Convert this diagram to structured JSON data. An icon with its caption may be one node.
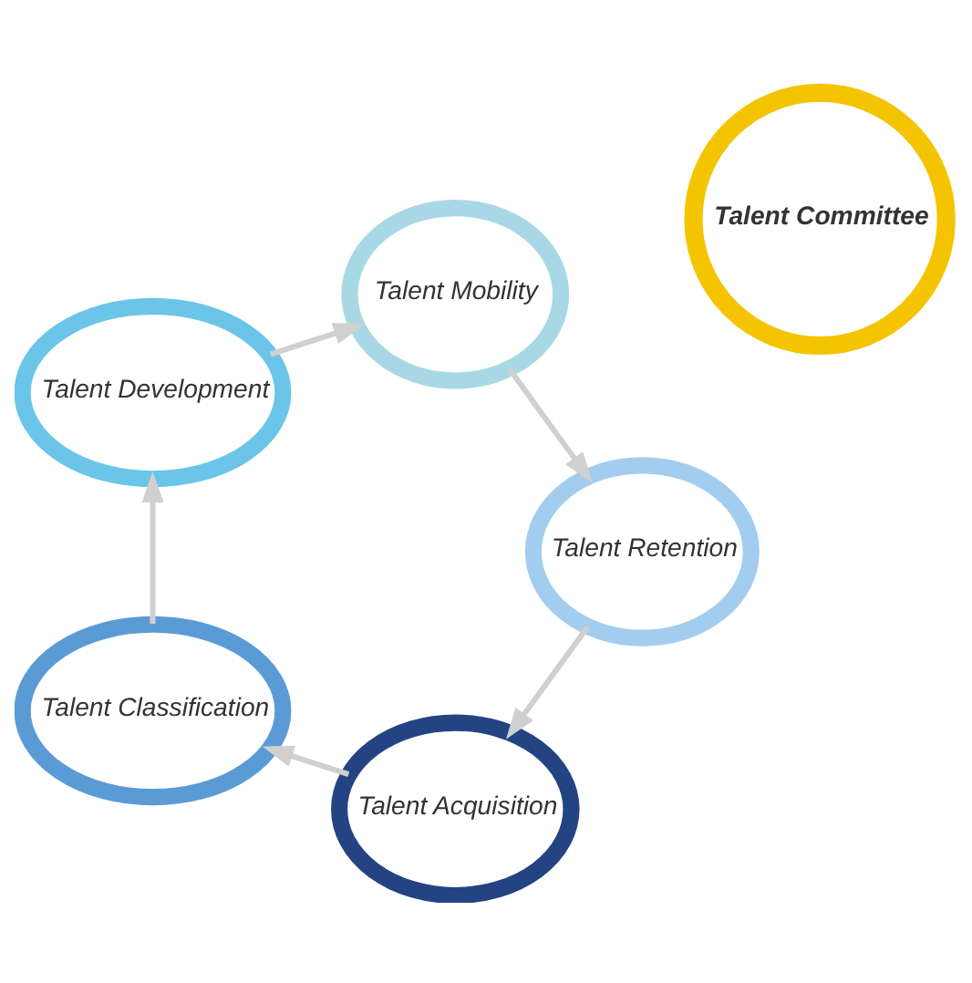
{
  "diagram": {
    "nodes": [
      {
        "text": [
          "Talent Acquisition"
        ]
      },
      {
        "text": [
          "Talent Classification"
        ]
      },
      {
        "text": [
          "Talent Development"
        ]
      },
      {
        "text": [
          "Talent Mobility"
        ]
      },
      {
        "text": [
          "Talent Retention"
        ]
      },
      {
        "text": [
          "Talent Committee"
        ]
      }
    ],
    "edges": [
      {
        "from": 0,
        "to": 1,
        "arrow": "to"
      },
      {
        "from": 1,
        "to": 2,
        "arrow": "to"
      },
      {
        "from": 2,
        "to": 3,
        "arrow": "to"
      },
      {
        "from": 3,
        "to": 4,
        "arrow": "to"
      },
      {
        "from": 4,
        "to": 0,
        "arrow": "to"
      }
    ]
  }
}
